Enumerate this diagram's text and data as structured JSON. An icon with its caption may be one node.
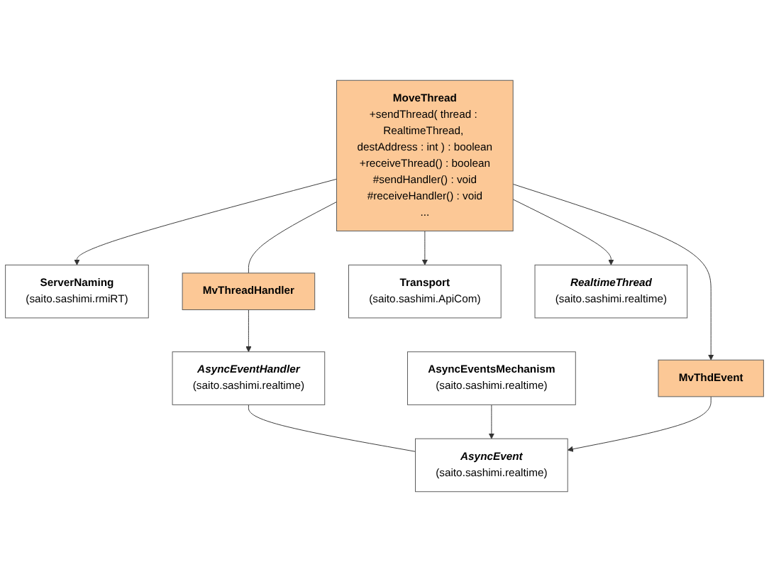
{
  "diagram": {
    "nodes": [
      {
        "text": [
          "AsyncEventHandler",
          "(saito.sashimi.realtime)"
        ]
      },
      {
        "text": [
          "AsyncEventsMechanism",
          "(saito.sashimi.realtime)"
        ]
      },
      {
        "text": [
          "ServerNaming",
          "(saito.sashimi.rmiRT)"
        ]
      },
      {
        "text": [
          "MvThreadHandler"
        ]
      },
      {
        "text": [
          "AsyncEvent",
          "(saito.sashimi.realtime)"
        ]
      },
      {
        "text": [
          "MoveThread",
          "+sendThread( thread : RealtimeThread, destAddress : int ) : boolean",
          "+receiveThread() : boolean",
          "#sendHandler() : void",
          "#receiveHandler() : void",
          "..."
        ]
      },
      {
        "text": [
          "Transport",
          "(saito.sashimi.ApiCom)"
        ]
      },
      {
        "text": [
          "RealtimeThread",
          "(saito.sashimi.realtime)"
        ]
      },
      {
        "text": [
          "MvThdEvent"
        ]
      }
    ],
    "edges": [
      {
        "from": 3,
        "to": 0,
        "arrow": "to"
      },
      {
        "from": 0,
        "to": 4,
        "arrow": "none"
      },
      {
        "from": 1,
        "to": 4,
        "arrow": "to"
      },
      {
        "from": 5,
        "to": 2,
        "arrow": "to"
      },
      {
        "from": 5,
        "to": 3,
        "arrow": "none"
      },
      {
        "from": 8,
        "to": 4,
        "arrow": "to"
      },
      {
        "from": 5,
        "to": 6,
        "arrow": "to"
      },
      {
        "from": 5,
        "to": 7,
        "arrow": "to"
      },
      {
        "from": 5,
        "to": 8,
        "arrow": "to"
      }
    ]
  }
}
